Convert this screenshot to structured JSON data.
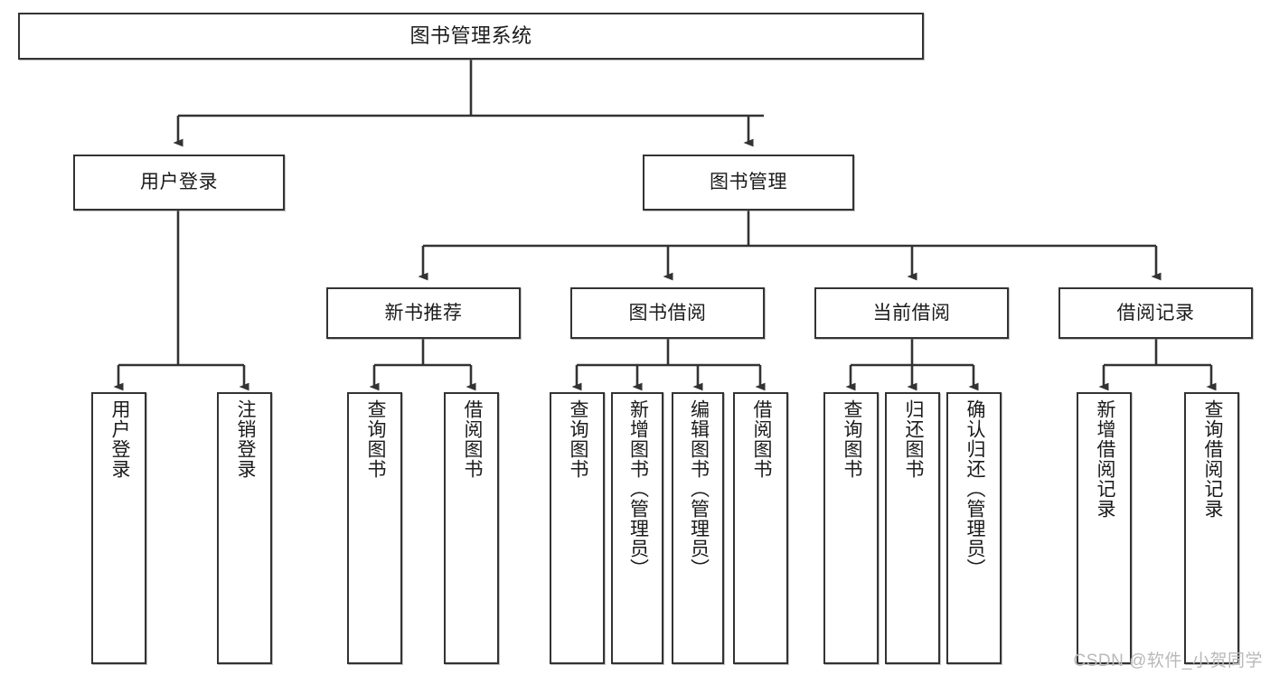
{
  "diagram": {
    "title": "图书管理系统",
    "watermark": "CSDN @软件_小贺同学",
    "line_color": "#333333",
    "box_fill": "#ffffff",
    "text_color": "#1b1b1b",
    "watermark_color": "#b9b9b9"
  },
  "nodes": {
    "root": {
      "label": "图书管理系统"
    },
    "level2": [
      {
        "label": "用户登录"
      },
      {
        "label": "图书管理"
      }
    ],
    "level3": [
      {
        "label": "新书推荐"
      },
      {
        "label": "图书借阅"
      },
      {
        "label": "当前借阅"
      },
      {
        "label": "借阅记录"
      }
    ],
    "leaves_user_login": [
      {
        "label": "用户登录"
      },
      {
        "label": "注销登录"
      }
    ],
    "leaves_new_book": [
      {
        "label": "查询图书"
      },
      {
        "label": "借阅图书"
      }
    ],
    "leaves_borrow": [
      {
        "label": "查询图书"
      },
      {
        "label": "新增图书（管理员）"
      },
      {
        "label": "编辑图书（管理员）"
      },
      {
        "label": "借阅图书"
      }
    ],
    "leaves_current": [
      {
        "label": "查询图书"
      },
      {
        "label": "归还图书"
      },
      {
        "label": "确认归还（管理员）"
      }
    ],
    "leaves_record": [
      {
        "label": "新增借阅记录"
      },
      {
        "label": "查询借阅记录"
      }
    ]
  }
}
